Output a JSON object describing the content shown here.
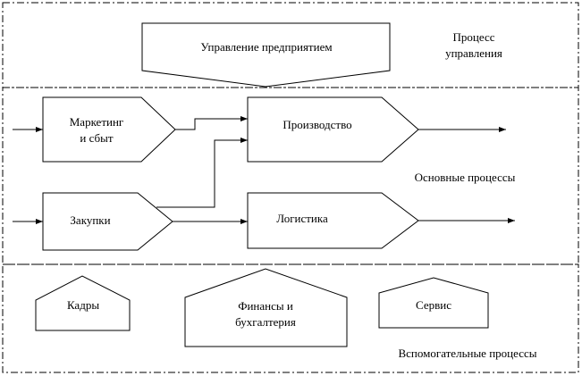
{
  "zones": {
    "management": "Процесс\nуправления",
    "core": "Основные процессы",
    "support": "Вспомогательные процессы"
  },
  "blocks": {
    "management": "Управление предприятием",
    "marketing": "Маркетинг\nи сбыт",
    "production": "Производство",
    "purchasing": "Закупки",
    "logistics": "Логистика",
    "hr": "Кадры",
    "finance": "Финансы и\nбухгалтерия",
    "service": "Сервис"
  }
}
